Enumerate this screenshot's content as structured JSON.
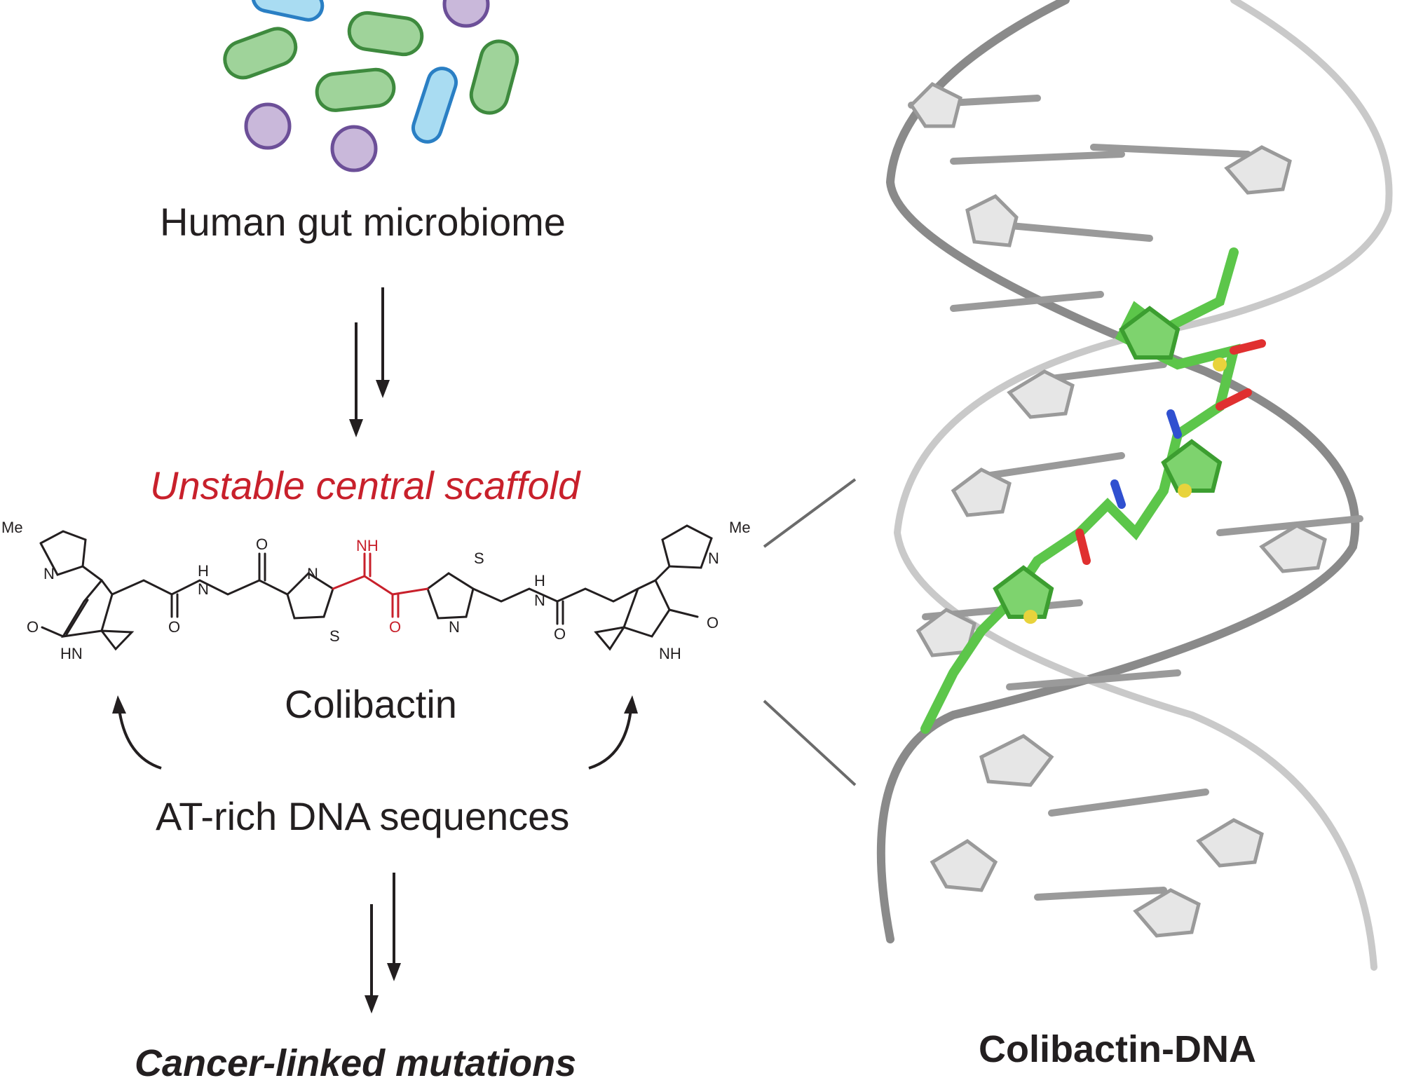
{
  "figure": {
    "microbiome_label": "Human gut microbiome",
    "scaffold_label": "Unstable central scaffold",
    "molecule_label": "Colibactin",
    "target_label": "AT-rich DNA sequences",
    "outcome_label": "Cancer-linked mutations",
    "complex_label": "Colibactin-DNA"
  },
  "structure_atoms": {
    "me": "Me",
    "n": "N",
    "o": "O",
    "hn": "HN",
    "nh": "NH",
    "h": "H",
    "s": "S"
  },
  "colors": {
    "text": "#231f20",
    "highlight_red": "#c8202b",
    "bacteria_green": "#9fd39a",
    "bacteria_green_stroke": "#3e8a3e",
    "bacteria_blue": "#a9dcf2",
    "bacteria_blue_stroke": "#2a7fc4",
    "bacteria_purple": "#c9b8da",
    "bacteria_purple_stroke": "#6c4f98",
    "ligand_green": "#5cc64a",
    "dna_gray": "#9a9a9a"
  }
}
